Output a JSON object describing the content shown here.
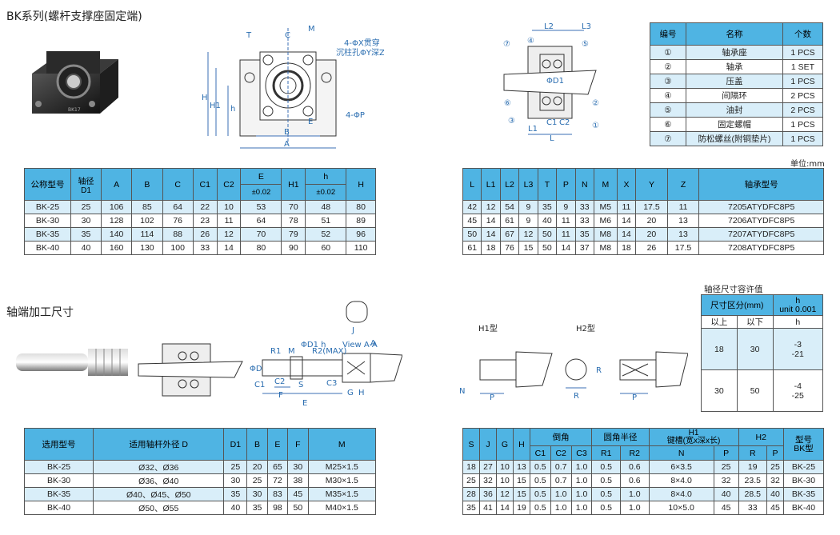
{
  "title": "BK系列(螺杆支撑座固定端)",
  "diagram_labels": {
    "front": {
      "C": "C",
      "M": "M",
      "T": "T",
      "hole_note1": "4-ΦX贯穿",
      "hole_note2": "沉柱孔ΦY深Z",
      "H": "H",
      "H1": "H1",
      "h": "h",
      "E": "E",
      "B": "B",
      "A": "A",
      "P": "4-ΦP"
    },
    "side": {
      "L2": "L2",
      "L3": "L3",
      "L1": "L1",
      "L": "L",
      "C1": "C1",
      "C2": "C2",
      "D1": "ΦD1",
      "c1": "①",
      "c2": "②",
      "c3": "③",
      "c4": "④",
      "c5": "⑤",
      "c6": "⑥",
      "c7": "⑦"
    }
  },
  "product_label": "BK17",
  "parts_table": {
    "headers": [
      "编号",
      "名称",
      "个数"
    ],
    "rows": [
      [
        "①",
        "轴承座",
        "1 PCS"
      ],
      [
        "②",
        "轴承",
        "1 SET"
      ],
      [
        "③",
        "压盖",
        "1 PCS"
      ],
      [
        "④",
        "间隔环",
        "2 PCS"
      ],
      [
        "⑤",
        "油封",
        "2 PCS"
      ],
      [
        "⑥",
        "固定螺帽",
        "1 PCS"
      ],
      [
        "⑦",
        "防松螺丝(附铜垫片)",
        "1 PCS"
      ]
    ]
  },
  "unit_label": "单位:mm",
  "dim_table_left": {
    "h": [
      "公称型号",
      "轴径\nD1",
      "A",
      "B",
      "C",
      "C1",
      "C2",
      "E",
      "H1",
      "h",
      "H"
    ],
    "sub": {
      "E": "±0.02",
      "h": "±0.02"
    },
    "rows": [
      [
        "BK-25",
        "25",
        "106",
        "85",
        "64",
        "22",
        "10",
        "53",
        "70",
        "48",
        "80"
      ],
      [
        "BK-30",
        "30",
        "128",
        "102",
        "76",
        "23",
        "11",
        "64",
        "78",
        "51",
        "89"
      ],
      [
        "BK-35",
        "35",
        "140",
        "114",
        "88",
        "26",
        "12",
        "70",
        "79",
        "52",
        "96"
      ],
      [
        "BK-40",
        "40",
        "160",
        "130",
        "100",
        "33",
        "14",
        "80",
        "90",
        "60",
        "110"
      ]
    ]
  },
  "dim_table_right": {
    "h": [
      "L",
      "L1",
      "L2",
      "L3",
      "T",
      "P",
      "N",
      "M",
      "X",
      "Y",
      "Z",
      "轴承型号"
    ],
    "rows": [
      [
        "42",
        "12",
        "54",
        "9",
        "35",
        "9",
        "33",
        "M5",
        "11",
        "17.5",
        "11",
        "7205ATYDFC8P5"
      ],
      [
        "45",
        "14",
        "61",
        "9",
        "40",
        "11",
        "33",
        "M6",
        "14",
        "20",
        "13",
        "7206ATYDFC8P5"
      ],
      [
        "50",
        "14",
        "67",
        "12",
        "50",
        "11",
        "35",
        "M8",
        "14",
        "20",
        "13",
        "7207ATYDFC8P5"
      ],
      [
        "61",
        "18",
        "76",
        "15",
        "50",
        "14",
        "37",
        "M8",
        "18",
        "26",
        "17.5",
        "7208ATYDFC8P5"
      ]
    ]
  },
  "section2_title": "轴端加工尺寸",
  "tol_table": {
    "title": "轴径尺寸容许值",
    "h1": "尺寸区分(mm)",
    "h2a": "h",
    "h2b": "unit 0.001",
    "s1": "以上",
    "s2": "以下",
    "s3": "h",
    "rows": [
      [
        "18",
        "30",
        "-3",
        "-21"
      ],
      [
        "30",
        "50",
        "-4",
        "-25"
      ]
    ]
  },
  "shaft_labels": {
    "R1": "R1",
    "M": "M",
    "D1": "ΦD1 h",
    "R2": "R2(MAX)",
    "view": "View A-A",
    "D": "ΦD",
    "C1": "C1",
    "C2": "C2",
    "S": "S",
    "C3": "C3",
    "F": "F",
    "E": "E",
    "G": "G",
    "H": "H",
    "A": "A",
    "J": "J"
  },
  "h_types": {
    "h1": "H1型",
    "h2": "H2型",
    "N": "N",
    "P": "P",
    "R": "R"
  },
  "sel_table": {
    "h": [
      "选用型号",
      "适用轴杆外径 D",
      "D1",
      "B",
      "E",
      "F",
      "M"
    ],
    "rows": [
      [
        "BK-25",
        "Ø32、Ø36",
        "25",
        "20",
        "65",
        "30",
        "M25×1.5"
      ],
      [
        "BK-30",
        "Ø36、Ø40",
        "30",
        "25",
        "72",
        "38",
        "M30×1.5"
      ],
      [
        "BK-35",
        "Ø40、Ø45、Ø50",
        "35",
        "30",
        "83",
        "45",
        "M35×1.5"
      ],
      [
        "BK-40",
        "Ø50、Ø55",
        "40",
        "35",
        "98",
        "50",
        "M40×1.5"
      ]
    ]
  },
  "bot_table": {
    "h": [
      "S",
      "J",
      "G",
      "H",
      "倒角",
      "圆角半径",
      "H1\n键槽(宽x深x长)",
      "H2",
      "型号\nBK型"
    ],
    "sub": [
      "C1",
      "C2",
      "C3",
      "R1",
      "R2",
      "N",
      "P",
      "R",
      "P"
    ],
    "rows": [
      [
        "18",
        "27",
        "10",
        "13",
        "0.5",
        "0.7",
        "1.0",
        "0.5",
        "0.6",
        "6×3.5",
        "25",
        "19",
        "25",
        "BK-25"
      ],
      [
        "25",
        "32",
        "10",
        "15",
        "0.5",
        "0.7",
        "1.0",
        "0.5",
        "0.6",
        "8×4.0",
        "32",
        "23.5",
        "32",
        "BK-30"
      ],
      [
        "28",
        "36",
        "12",
        "15",
        "0.5",
        "1.0",
        "1.0",
        "0.5",
        "1.0",
        "8×4.0",
        "40",
        "28.5",
        "40",
        "BK-35"
      ],
      [
        "35",
        "41",
        "14",
        "19",
        "0.5",
        "1.0",
        "1.0",
        "0.5",
        "1.0",
        "10×5.0",
        "45",
        "33",
        "45",
        "BK-40"
      ]
    ]
  }
}
